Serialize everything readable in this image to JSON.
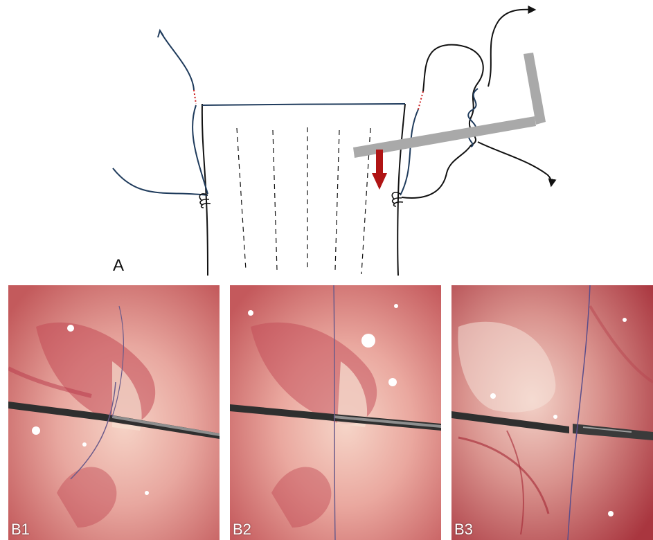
{
  "panel_a": {
    "label": "A",
    "colors": {
      "suture": "#1f3b5c",
      "dotted_segment": "#cc1f1f",
      "instrument": "#a9a9a9",
      "push_arrow": "#b01414",
      "tissue_lines": "#111111"
    }
  },
  "photos": [
    {
      "label": "B1",
      "tone": "#e8a79f"
    },
    {
      "label": "B2",
      "tone": "#eaa89f"
    },
    {
      "label": "B3",
      "tone": "#d9928d"
    }
  ]
}
